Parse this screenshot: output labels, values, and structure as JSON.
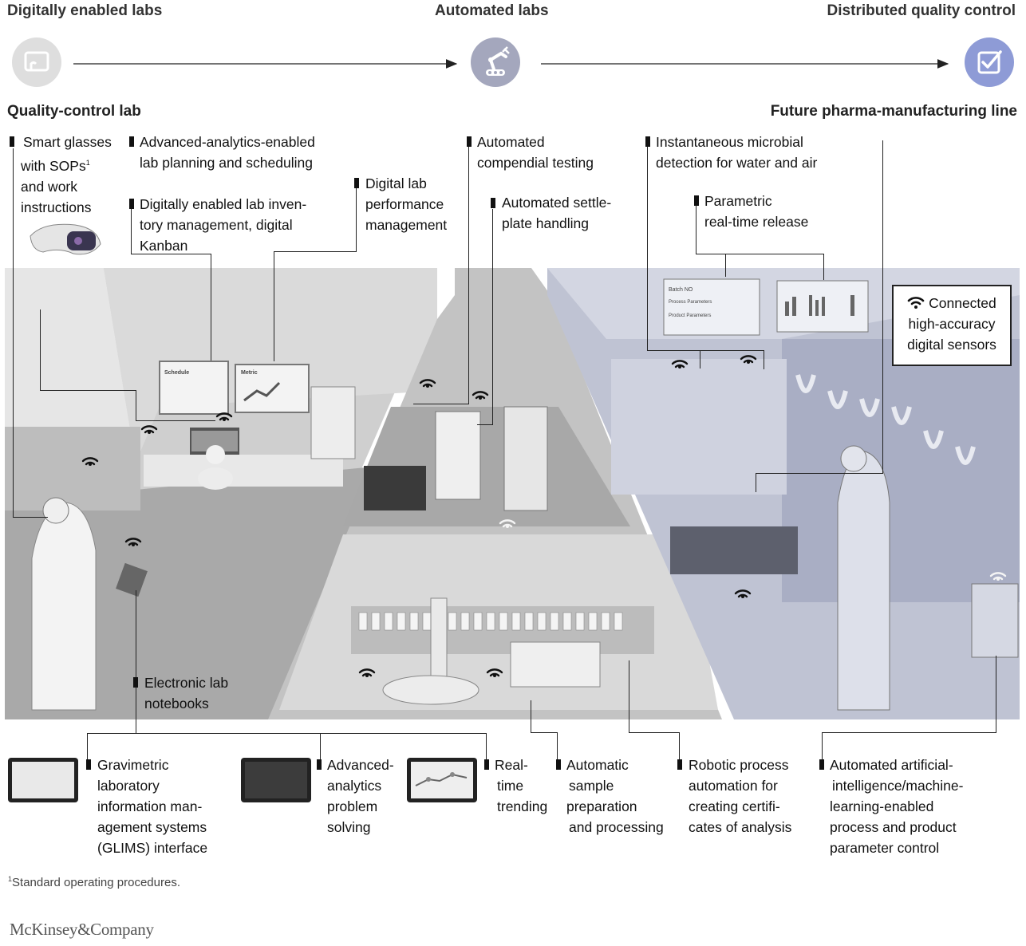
{
  "stages": [
    {
      "label": "Digitally enabled labs",
      "icon": "screen-icon"
    },
    {
      "label": "Automated labs",
      "icon": "robot-arm-icon"
    },
    {
      "label": "Distributed quality control",
      "icon": "checkbox-icon"
    }
  ],
  "sections": {
    "left": "Quality-control lab",
    "right": "Future pharma-manufacturing line"
  },
  "callouts_top": {
    "smart_glasses": [
      "Smart glasses",
      "with SOPs",
      "and work",
      "instructions"
    ],
    "smart_glasses_footnote_mark": "1",
    "advanced_planning": [
      "Advanced-analytics-enabled",
      "lab planning and scheduling"
    ],
    "inventory": [
      "Digitally enabled lab inven-",
      "tory management, digital",
      "Kanban"
    ],
    "performance": [
      "Digital lab",
      "performance",
      "management"
    ],
    "compendial": [
      "Automated",
      "compendial testing"
    ],
    "settle_plate": [
      "Automated settle-",
      "plate handling"
    ],
    "microbial": [
      "Instantaneous microbial",
      "detection for water and air"
    ],
    "parametric": [
      "Parametric",
      "real-time release"
    ],
    "sensors": [
      "Connected",
      "high-accuracy",
      "digital sensors"
    ],
    "notebooks": [
      "Electronic lab",
      "notebooks"
    ]
  },
  "callouts_bottom": {
    "glims": [
      "Gravimetric",
      "laboratory",
      "information man-",
      "agement systems",
      "(GLIMS) interface"
    ],
    "problem_solving": [
      "Advanced-",
      "analytics",
      "problem",
      "solving"
    ],
    "trending": [
      "Real-",
      "time",
      "trending"
    ],
    "sample_prep": [
      "Automatic",
      "sample",
      "preparation",
      "and processing"
    ],
    "rpa": [
      "Robotic process",
      "automation for",
      "creating certifi-",
      "cates of analysis"
    ],
    "ai_ml": [
      "Automated artificial-",
      "intelligence/machine-",
      "learning-enabled",
      "process and product",
      "parameter control"
    ]
  },
  "scene_text": {
    "schedule": "Schedule",
    "metric": "Metric",
    "batch_no": "Batch NO",
    "process_parameters": "Process Parameters",
    "product_parameters": "Product Parameters"
  },
  "footnote": {
    "mark": "1",
    "text": "Standard operating procedures."
  },
  "brand": "McKinsey&Company",
  "colors": {
    "stage_left": "#dcdcdc",
    "stage_mid": "#a3a6bc",
    "stage_right": "#8e9bd6",
    "lab_left": "#c9c9c9",
    "lab_mid": "#bdbdbd",
    "lab_right": "#b9bdd0"
  }
}
